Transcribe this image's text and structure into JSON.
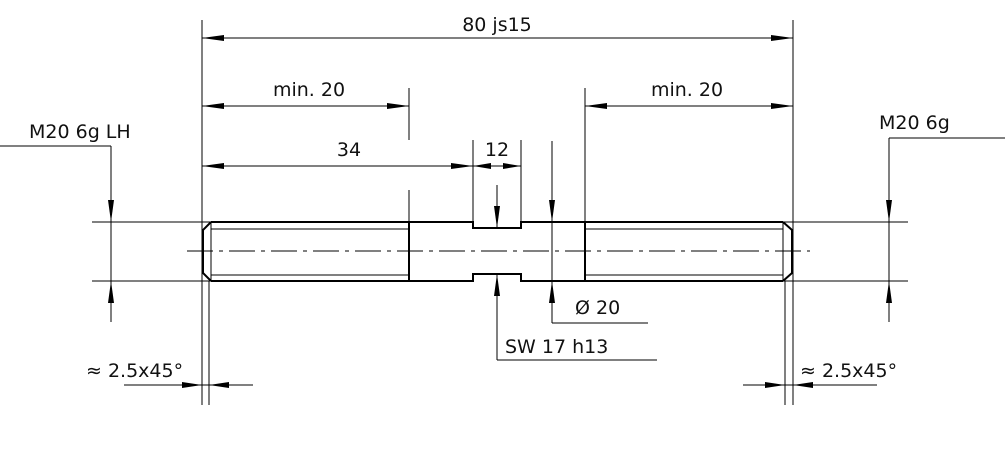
{
  "dimensions": {
    "overall_length": "80 js15",
    "min_thread_left": "min. 20",
    "min_thread_right": "min. 20",
    "left_thread_length": "34",
    "wrench_flat_width": "12",
    "thread_left": "M20 6g LH",
    "thread_right": "M20 6g",
    "diameter": "Ø 20",
    "wrench_size": "SW 17 h13",
    "chamfer_left": "≈ 2.5x45°",
    "chamfer_right": "≈ 2.5x45°"
  }
}
